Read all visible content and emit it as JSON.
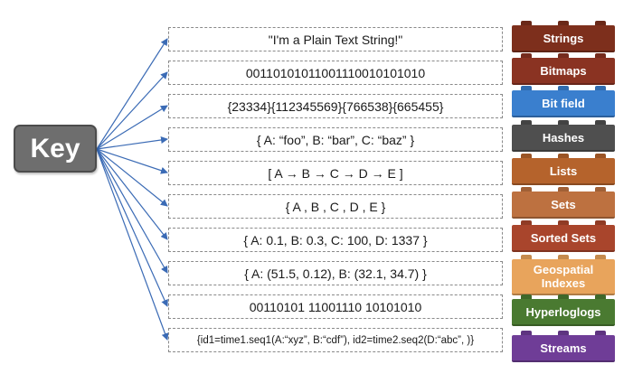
{
  "key": {
    "label": "Key"
  },
  "rows": [
    {
      "value": "\"I'm a Plain Text String!\"",
      "type": "Strings",
      "color": "#7d2f1c"
    },
    {
      "value": "00110101011001110010101010",
      "type": "Bitmaps",
      "color": "#8a3322"
    },
    {
      "value": "{23334}{112345569}{766538}{665455}",
      "type": "Bit field",
      "color": "#3a7fce"
    },
    {
      "value": "{ A: “foo”, B: “bar”, C: “baz”  }",
      "type": "Hashes",
      "color": "#4f4f4f"
    },
    {
      "value": "[ A → B → C → D → E ]",
      "type": "Lists",
      "color": "#b5632c"
    },
    {
      "value": "{  A , B , C , D , E  }",
      "type": "Sets",
      "color": "#bd7140"
    },
    {
      "value": "{ A: 0.1, B: 0.3, C: 100, D: 1337 }",
      "type": "Sorted Sets",
      "color": "#a9452c"
    },
    {
      "value": "{ A: (51.5, 0.12), B: (32.1, 34.7)  }",
      "type": "Geospatial Indexes",
      "color": "#e8a45c"
    },
    {
      "value": "00110101 11001110 10101010",
      "type": "Hyperloglogs",
      "color": "#4a7a31"
    },
    {
      "value": "{id1=time1.seq1(A:“xyz”, B:“cdf”), id2=time2.seq2(D:“abc”, )}",
      "type": "Streams",
      "color": "#6f3d97"
    }
  ]
}
